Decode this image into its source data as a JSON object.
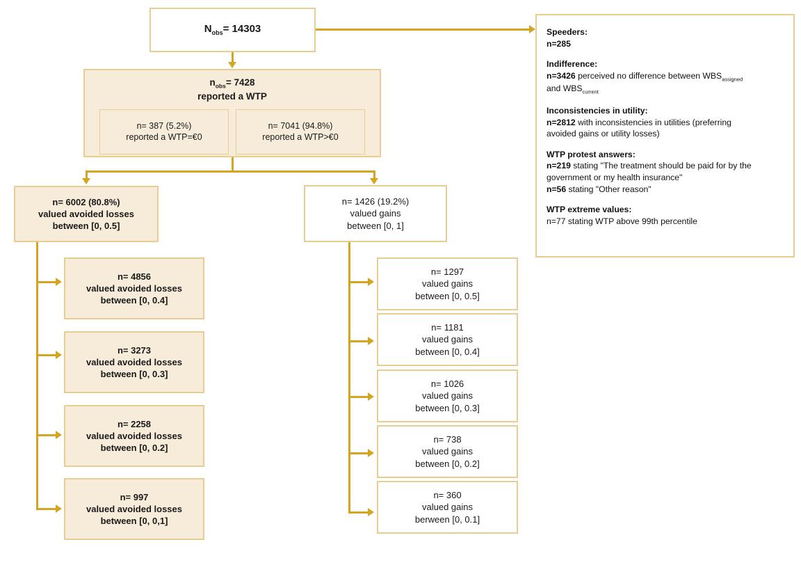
{
  "diagram": {
    "title": "WTP sample flow diagram",
    "colors": {
      "box_border": "#E8CC92",
      "box_fill_beige": "#F7ECDA",
      "box_fill_white": "#FFFFFF",
      "connector": "#D4A520",
      "text": "#111111"
    }
  },
  "total_node": {
    "prefix": "N",
    "sub": "obs",
    "value": "= 14303"
  },
  "wtp_node": {
    "header_prefix": "n",
    "header_sub": "obs",
    "header_value": "= 7428",
    "header_line2": "reported a WTP",
    "sub_boxes": [
      {
        "line1": "n= 387 (5.2%)",
        "line2": "reported a WTP=€0"
      },
      {
        "line1": "n= 7041 (94.8%)",
        "line2": "reported a WTP>€0"
      }
    ]
  },
  "losses_branch": {
    "head": {
      "line1": "n= 6002 (80.8%)",
      "line2": "valued avoided losses",
      "line3": "between [0, 0.5]"
    },
    "leaves": [
      {
        "line1": "n= 4856",
        "line2": "valued avoided losses",
        "line3": "between [0, 0.4]"
      },
      {
        "line1": "n= 3273",
        "line2": "valued avoided losses",
        "line3": "between [0, 0.3]"
      },
      {
        "line1": "n= 2258",
        "line2": "valued avoided losses",
        "line3": "between [0, 0.2]"
      },
      {
        "line1": "n= 997",
        "line2": "valued avoided losses",
        "line3": "between [0, 0,1]"
      }
    ]
  },
  "gains_branch": {
    "head": {
      "line1": "n= 1426 (19.2%)",
      "line2": "valued gains",
      "line3": "between [0, 1]"
    },
    "leaves": [
      {
        "line1": "n= 1297",
        "line2": "valued gains",
        "line3": "between [0, 0.5]"
      },
      {
        "line1": "n= 1181",
        "line2": "valued gains",
        "line3": "between [0, 0.4]"
      },
      {
        "line1": "n= 1026",
        "line2": "valued gains",
        "line3": "between [0, 0.3]"
      },
      {
        "line1": "n= 738",
        "line2": "valued gains",
        "line3": "between [0, 0.2]"
      },
      {
        "line1": "n= 360",
        "line2": "valued gains",
        "line3": "berween [0, 0.1]"
      }
    ]
  },
  "exclusions_panel": {
    "groups": [
      {
        "title": "Speeders:",
        "lines": [
          [
            {
              "t": "n=285",
              "b": true
            }
          ]
        ]
      },
      {
        "title": "Indifference:",
        "lines": [
          [
            {
              "t": "n=3426",
              "b": true
            },
            {
              "t": " perceived no difference between WBS",
              "b": false
            },
            {
              "t": "assigned",
              "b": false,
              "sub": true
            }
          ],
          [
            {
              "t": "and WBS",
              "b": false
            },
            {
              "t": "current",
              "b": false,
              "sub": true
            }
          ]
        ]
      },
      {
        "title": "Inconsistencies in utility:",
        "lines": [
          [
            {
              "t": "n=2812",
              "b": true
            },
            {
              "t": " with inconsistencies in utilities (preferring",
              "b": false
            }
          ],
          [
            {
              "t": "avoided gains or utility losses)",
              "b": false
            }
          ]
        ]
      },
      {
        "title": "WTP protest answers:",
        "lines": [
          [
            {
              "t": "n=219",
              "b": true
            },
            {
              "t": " stating \"The treatment should be paid for by the",
              "b": false
            }
          ],
          [
            {
              "t": "government or my health insurance\"",
              "b": false
            }
          ],
          [
            {
              "t": "n=56",
              "b": true
            },
            {
              "t": " stating \"Other reason\"",
              "b": false
            }
          ]
        ]
      },
      {
        "title": "WTP extreme values:",
        "lines": [
          [
            {
              "t": "n=77 stating WTP above 99th percentile",
              "b": false
            }
          ]
        ]
      }
    ]
  }
}
